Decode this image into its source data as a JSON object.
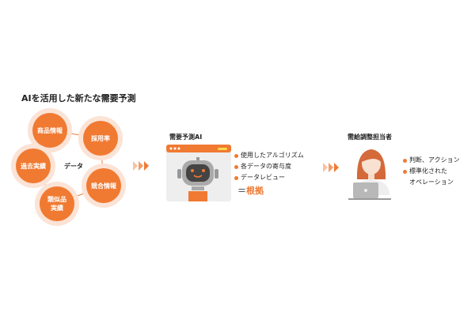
{
  "title": "AIを活用した新たな需要予測",
  "data_cycle": {
    "center_label": "データ",
    "items": [
      {
        "label": "商品情報"
      },
      {
        "label": "採用率"
      },
      {
        "label": "競合情報"
      },
      {
        "label": "類似品",
        "label2": "実績"
      },
      {
        "label": "過去実績"
      }
    ]
  },
  "ai": {
    "title": "需要予測AI",
    "bullets": [
      "使用したアルゴリズム",
      "各データの寄与度",
      "データレビュー"
    ],
    "result_prefix": "＝",
    "result": "根拠"
  },
  "person": {
    "title": "需給調整担当者",
    "bullets": [
      "判断、アクション",
      "標準化された"
    ],
    "bullet2_line2": "オペレーション"
  },
  "colors": {
    "accent": "#f07a32",
    "halo": "#fbe3d6",
    "window": "#eeeeee"
  }
}
